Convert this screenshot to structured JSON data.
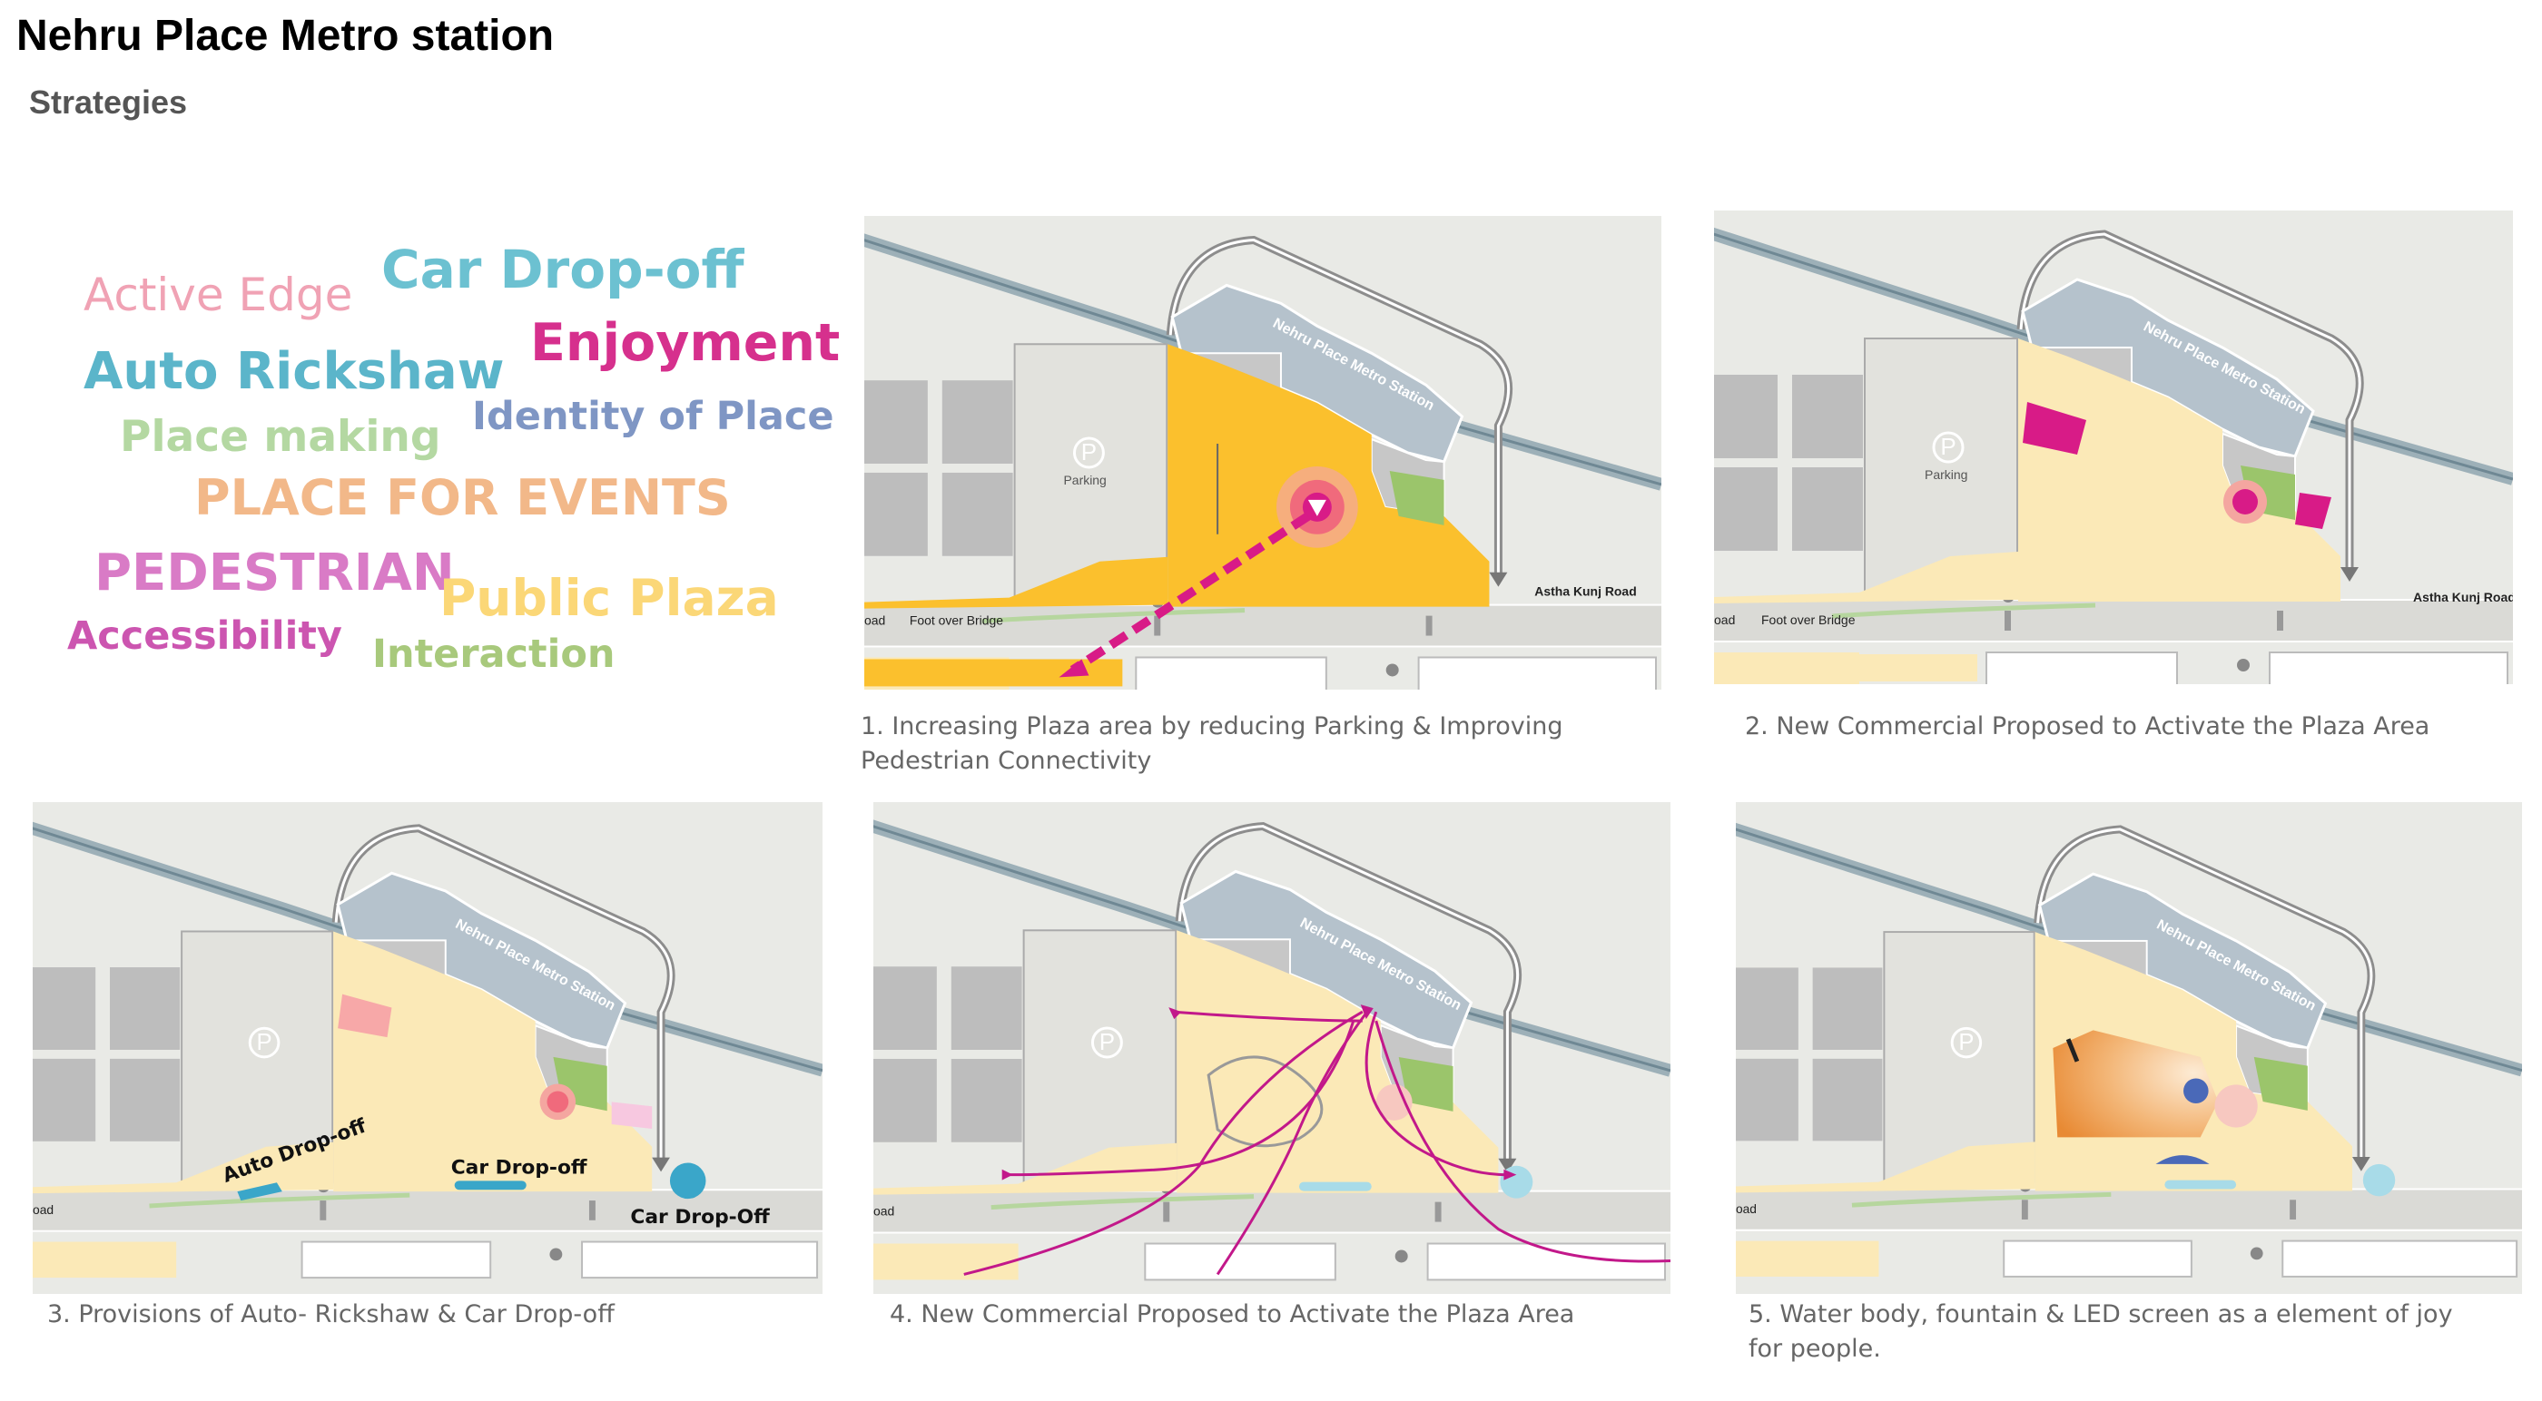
{
  "page": {
    "title": "Nehru Place Metro station",
    "subtitle": "Strategies"
  },
  "word_cloud": [
    {
      "text": "Active Edge",
      "color": "#f0a2b4"
    },
    {
      "text": "Car Drop-off",
      "color": "#6cc1d1"
    },
    {
      "text": "Enjoyment",
      "color": "#d6308d"
    },
    {
      "text": "Auto Rickshaw",
      "color": "#5bb5ca"
    },
    {
      "text": "Identity of Place",
      "color": "#7f96c4"
    },
    {
      "text": "Place making",
      "color": "#b4d8a2"
    },
    {
      "text": "PLACE FOR EVENTS",
      "color": "#f2b889"
    },
    {
      "text": "PEDESTRIAN",
      "color": "#d97bc6"
    },
    {
      "text": "Public Plaza",
      "color": "#fbd777"
    },
    {
      "text": "Accessibility",
      "color": "#cc55b0"
    },
    {
      "text": "Interaction",
      "color": "#a8c97c"
    }
  ],
  "map_labels": {
    "station": "Nehru Place Metro Station",
    "parking": "Parking",
    "parking_symbol": "P",
    "road": "Astha Kunj Road",
    "bridge": "Foot over Bridge",
    "road_fragment": "oad"
  },
  "panel3_labels": {
    "auto_dropoff": "Auto Drop-off",
    "car_dropoff": "Car Drop-off",
    "car_dropoff_2": "Car Drop-Off"
  },
  "captions": [
    "1. Increasing Plaza area by reducing Parking  & Improving Pedestrian Connectivity",
    "2. New Commercial Proposed to Activate the Plaza Area",
    "3. Provisions of Auto- Rickshaw & Car Drop-off",
    "4. New Commercial Proposed to Activate the Plaza Area",
    "5. Water body, fountain & LED screen as a element of joy for people."
  ],
  "colors": {
    "plaza_strong": "#fbc02d",
    "plaza_light": "#fbe9b7",
    "station": "#b5c2cc",
    "accent_magenta": "#d81b87",
    "drop_off_blue": "#3aa6c9",
    "green_patch": "#9bc56b"
  }
}
